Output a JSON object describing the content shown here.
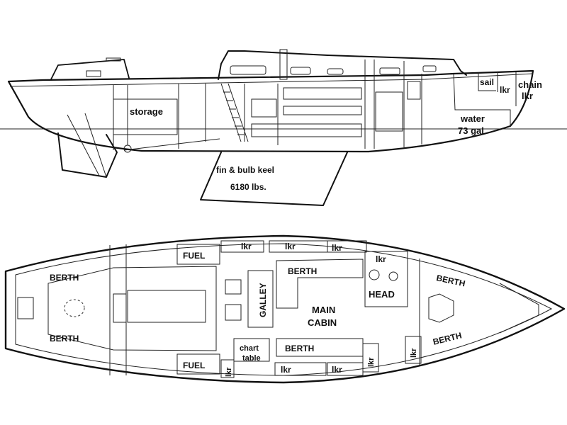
{
  "profile": {
    "storage": "storage",
    "keel_line1": "fin & bulb keel",
    "keel_line2": "6180 lbs.",
    "sail": "sail",
    "lkr": "lkr",
    "chain": "chain",
    "chain_lkr": "lkr",
    "water": "water",
    "water_gal": "73 gal"
  },
  "plan": {
    "berth_aft_port": "BERTH",
    "berth_aft_stbd": "BERTH",
    "fuel_top": "FUEL",
    "fuel_bottom": "FUEL",
    "lkr_top_1": "lkr",
    "lkr_top_2": "lkr",
    "lkr_top_3": "lkr",
    "lkr_head": "lkr",
    "galley": "GALLEY",
    "berth_main_top": "BERTH",
    "main": "MAIN",
    "cabin": "CABIN",
    "head": "HEAD",
    "berth_fwd_port": "BERTH",
    "berth_fwd_stbd": "BERTH",
    "chart": "chart",
    "table": "table",
    "lkr_chart": "lkr",
    "berth_main_bottom": "BERTH",
    "lkr_bottom_1": "lkr",
    "lkr_bottom_2": "lkr",
    "lkr_bottom_3": "lkr",
    "lkr_bottom_4": "lkr"
  }
}
